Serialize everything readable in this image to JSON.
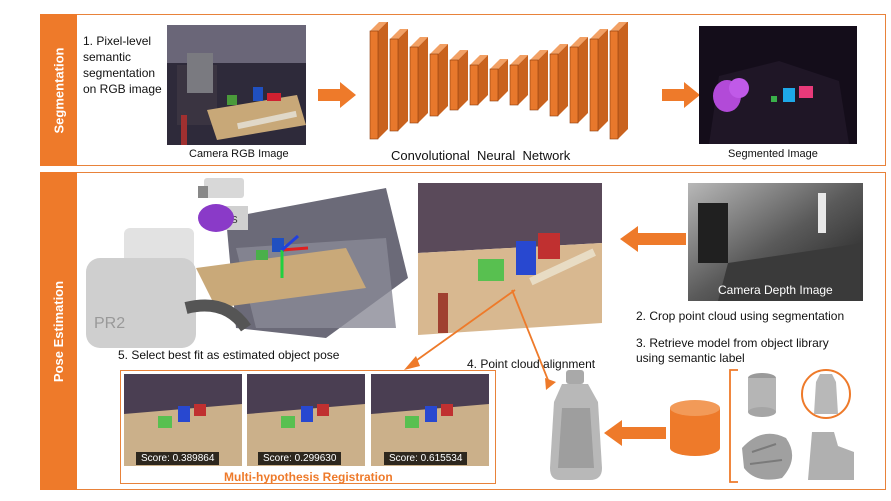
{
  "sections": {
    "segmentation": "Segmentation",
    "pose": "Pose Estimation"
  },
  "segmentation": {
    "step1": [
      "1. Pixel-level",
      "semantic",
      "segmentation",
      "on RGB image"
    ],
    "rgb_caption": "Camera RGB Image",
    "cnn_caption": "Convolutional  Neural  Network",
    "segmented_caption": "Segmented Image"
  },
  "pose": {
    "depth_caption": "Camera Depth Image",
    "step2": "2. Crop point cloud using segmentation",
    "step3": [
      "3. Retrieve model from object library",
      "using semantic label"
    ],
    "step4": "4. Point cloud alignment",
    "step5": "5. Select best fit as estimated object pose",
    "registration_title": "Multi-hypothesis Registration",
    "scores": [
      "Score: 0.389864",
      "Score: 0.299630",
      "Score: 0.615534"
    ],
    "robot_logo": "ROS",
    "robot_model": "PR2"
  },
  "colors": {
    "accent": "#ee7a2a",
    "cnn_fill": "#e8782c"
  }
}
